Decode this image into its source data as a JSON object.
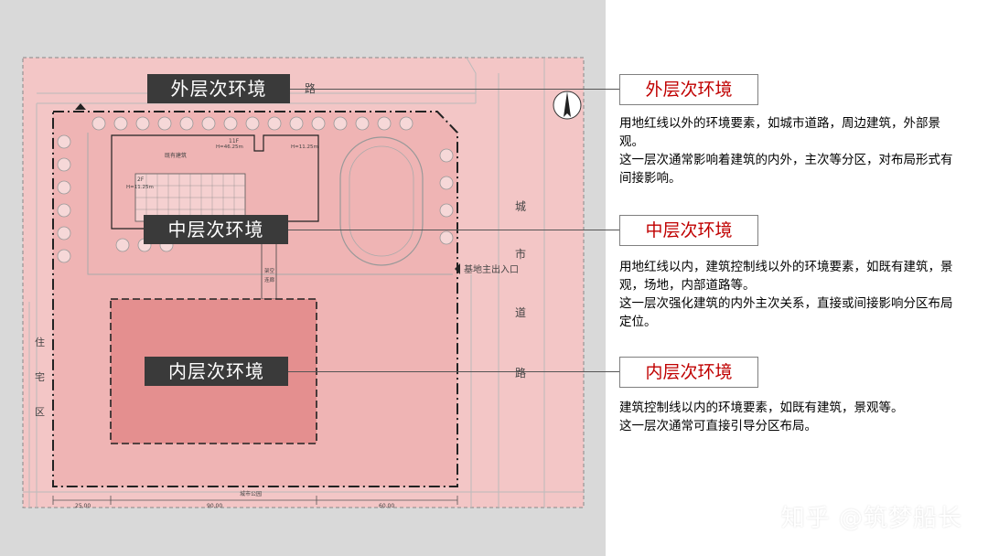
{
  "labels": {
    "outer": "外层次环境",
    "middle": "中层次环境",
    "inner": "内层次环境"
  },
  "descriptions": {
    "outer": "用地红线以外的环境要素，如城市道路，周边建筑，外部景观。\n这一层次通常影响着建筑的内外，主次等分区，对布局形式有间接影响。",
    "middle": "用地红线以内，建筑控制线以外的环境要素，如既有建筑，景观，场地，内部道路等。\n这一层次强化建筑的内外主次关系，直接或间接影响分区布局定位。",
    "inner": "建筑控制线以内的环境要素，如既有建筑，景观等。\n这一层次通常可直接引导分区布局。"
  },
  "plan_text": {
    "road_top": "路",
    "city_road": [
      "城",
      "市",
      "道",
      "路"
    ],
    "residential": [
      "住",
      "宅",
      "区"
    ],
    "main_entrance": "基地主出入口",
    "existing_building": "既有建筑",
    "building_2f": "2F",
    "building_11f": "11F",
    "height_a": "H=46.25m",
    "height_b": "H=11.25m",
    "height_c": "H=11.25m",
    "bridge": [
      "架空",
      "连廊"
    ],
    "bottom_label": "城市公园",
    "dim_1": "25.00",
    "dim_2": "90.00",
    "dim_3": "60.00"
  },
  "watermark": "知乎 @筑梦船长",
  "colors": {
    "outer_zone": "#f3c6c6",
    "middle_zone": "#efb4b4",
    "inner_zone": "#e48f8f",
    "label_dark": "#3a3a3a",
    "label_red": "#c00000"
  }
}
